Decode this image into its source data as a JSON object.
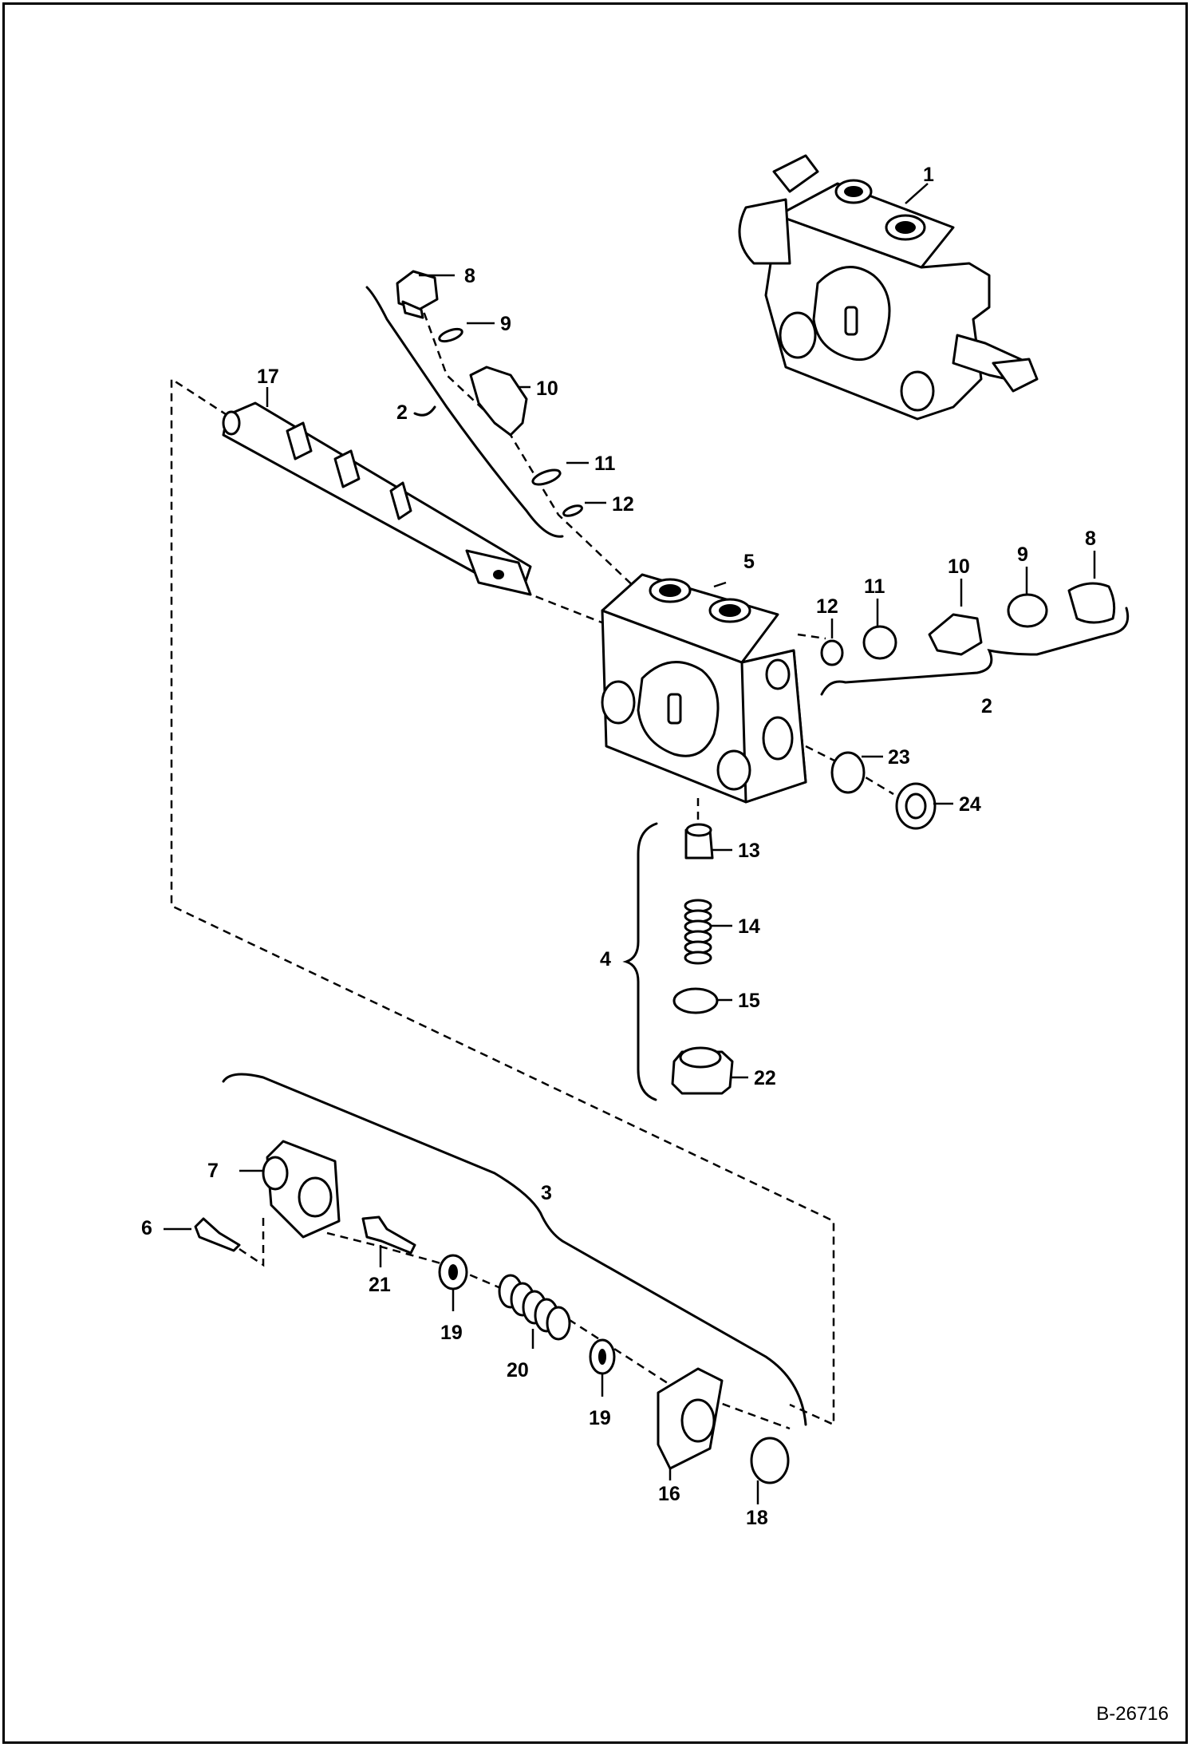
{
  "figure_id": "B-26716",
  "callouts": {
    "c1": "1",
    "c2a": "2",
    "c2b": "2",
    "c3": "3",
    "c4": "4",
    "c5": "5",
    "c6": "6",
    "c7": "7",
    "c8a": "8",
    "c8b": "8",
    "c9a": "9",
    "c9b": "9",
    "c10a": "10",
    "c10b": "10",
    "c11a": "11",
    "c11b": "11",
    "c12a": "12",
    "c12b": "12",
    "c13": "13",
    "c14": "14",
    "c15": "15",
    "c16": "16",
    "c17": "17",
    "c18": "18",
    "c19a": "19",
    "c19b": "19",
    "c20": "20",
    "c21": "21",
    "c22": "22",
    "c23": "23",
    "c24": "24"
  },
  "colors": {
    "line": "#000000",
    "background": "#ffffff"
  }
}
